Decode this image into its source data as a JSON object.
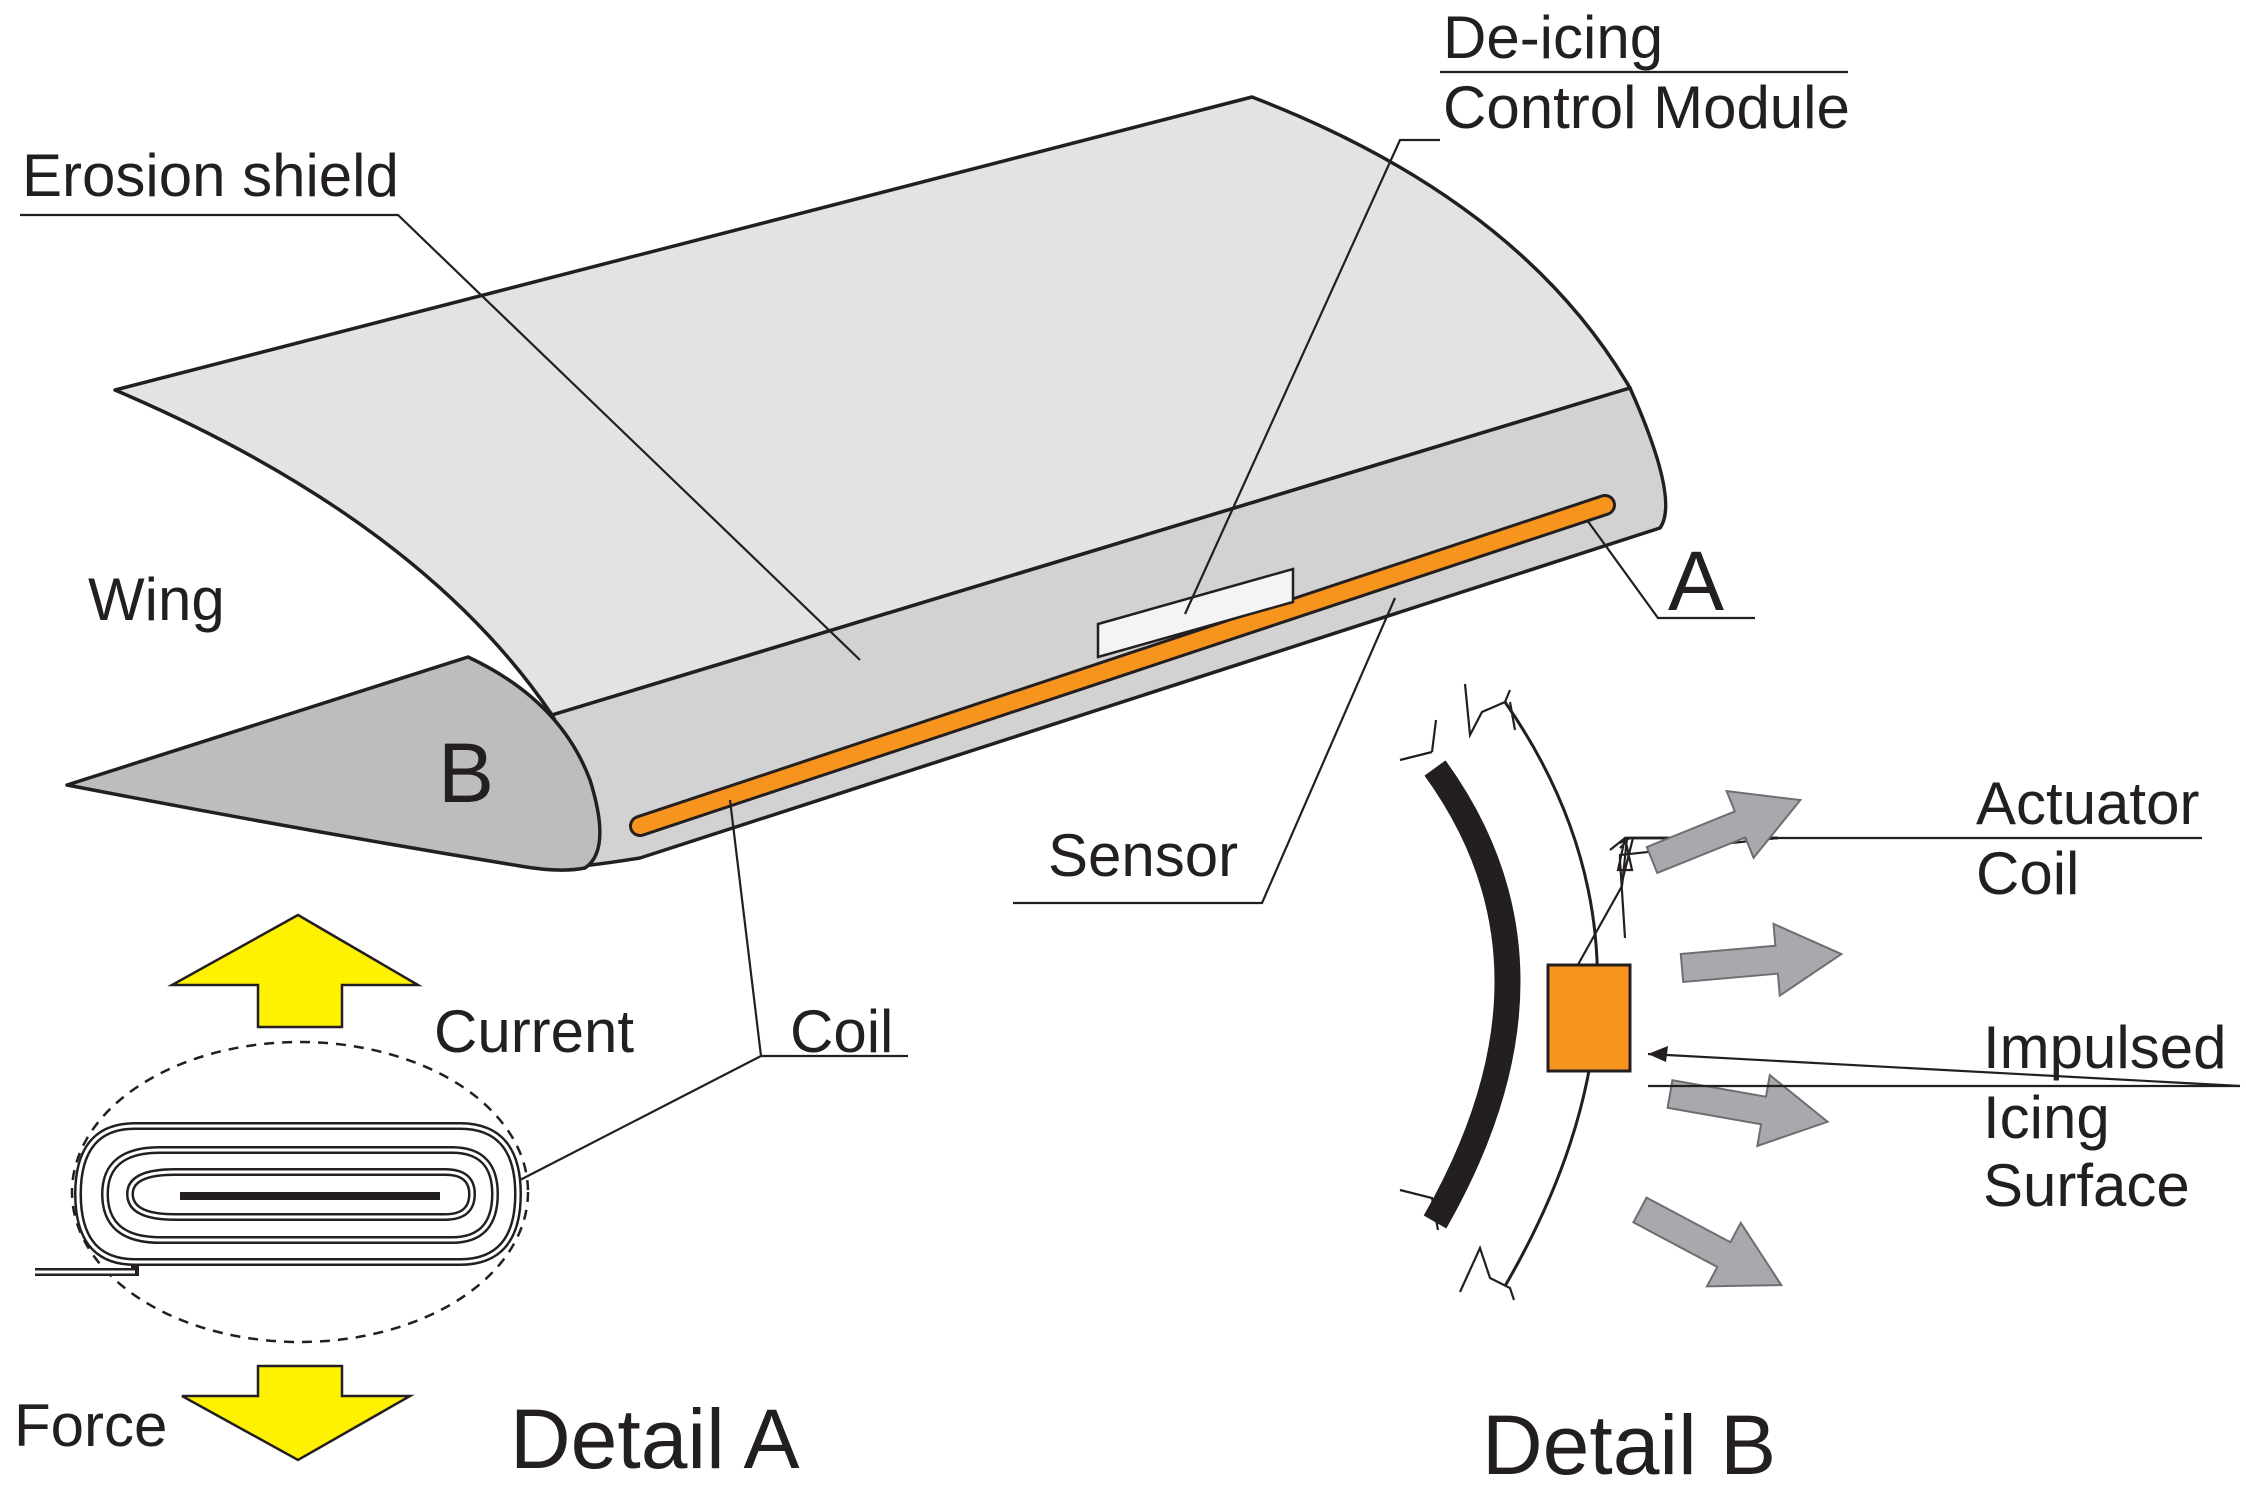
{
  "labels": {
    "deicing_line1": "De-icing",
    "deicing_line2": "Control Module",
    "erosion_shield": "Erosion shield",
    "wing": "Wing",
    "point_a": "A",
    "point_b": "B",
    "sensor": "Sensor",
    "actuator_line1": "Actuator",
    "actuator_line2": "Coil",
    "current": "Current",
    "coil": "Coil",
    "impulsed_line1": "Impulsed",
    "impulsed_line2": "Icing",
    "impulsed_line3": "Surface",
    "force": "Force",
    "detail_a": "Detail A",
    "detail_b": "Detail B"
  },
  "colors": {
    "wing_top": "#e3e3e3",
    "leading_edge": "#d2d2d2",
    "wing_section": "#bdbdbd",
    "coil_strip": "#f7941d",
    "arrow_yellow": "#fff200",
    "arrow_gray": "#a7a9ac",
    "outline": "#231f20"
  }
}
